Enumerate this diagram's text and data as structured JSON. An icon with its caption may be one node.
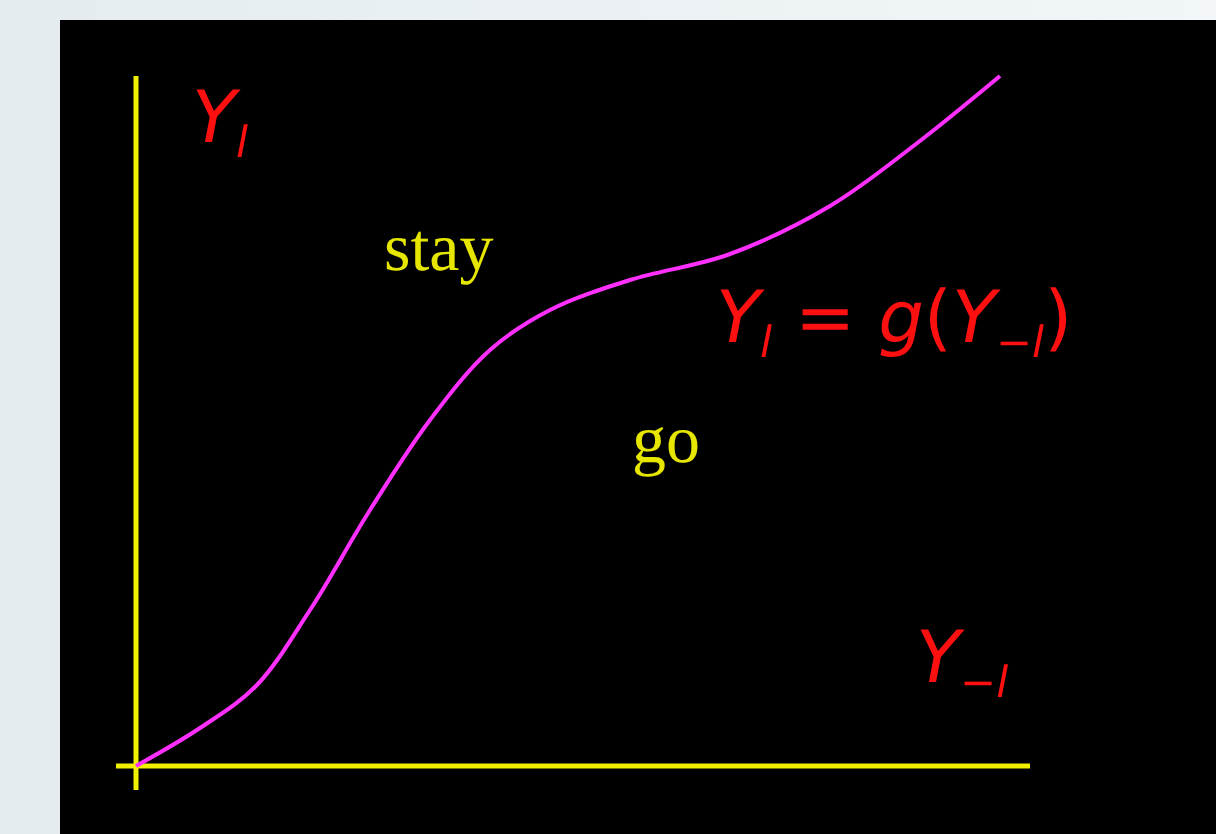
{
  "diagram": {
    "labels": [
      "*Y*$_{l}$",
      "stay",
      "*Y*$_{l}$ = *g*(*Y*$_{−l}$)",
      "go",
      "*Y*$_{−l}$"
    ]
  }
}
